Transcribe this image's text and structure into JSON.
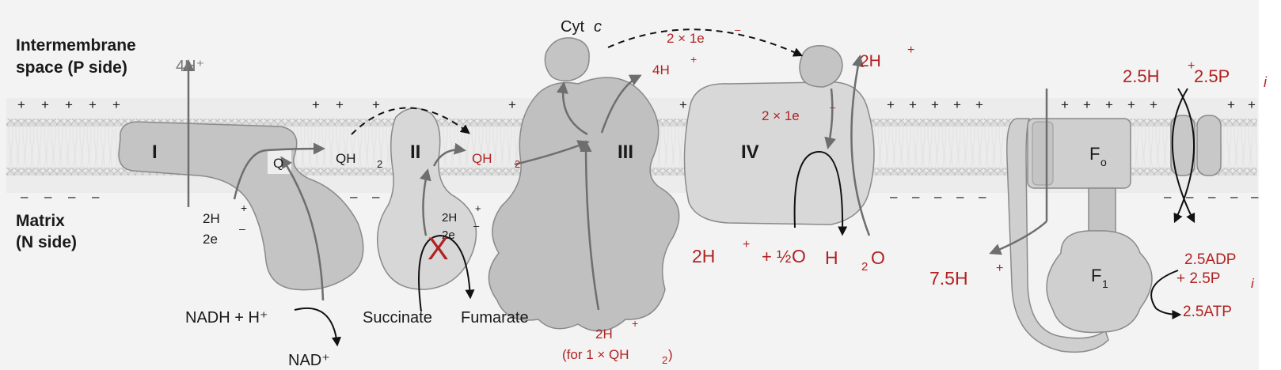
{
  "compartments": {
    "p_side_line1": "Intermembrane",
    "p_side_line2": "space (P side)",
    "n_side_line1": "Matrix",
    "n_side_line2": "(N side)"
  },
  "membrane": {
    "plus_sign": "+",
    "minus_sign": "–"
  },
  "complex_I": {
    "label": "I",
    "proton_out": "4H⁺",
    "proton_in": "2H",
    "proton_in_sup": "+",
    "electrons": "2e",
    "electrons_sup": "–",
    "quinone": "Q",
    "quinol": "QH",
    "quinol_sub": "2",
    "nadh": "NADH + H⁺",
    "nad": "NAD⁺"
  },
  "complex_II": {
    "label": "II",
    "quinol": "QH",
    "quinol_sub": "2",
    "protons": "2H",
    "protons_sup": "+",
    "electrons": "2e",
    "electrons_sup": "–",
    "block_mark": "X",
    "succinate": "Succinate",
    "fumarate": "Fumarate"
  },
  "complex_III": {
    "label": "III",
    "cyt_c": "Cyt",
    "cyt_c_italic": "c",
    "electron_transfer": "2 × 1e",
    "electron_transfer_sup": "–",
    "proton_out": "4H",
    "proton_out_sup": "+",
    "proton_in": "2H",
    "proton_in_sup": "+",
    "note": "(for 1 × QH",
    "note_sub": "2",
    "note_end": ")"
  },
  "complex_IV": {
    "label": "IV",
    "electrons": "2 × 1e",
    "electrons_sup": "–",
    "proton_out": "2H",
    "proton_out_sup": "+",
    "reactant_protons": "2H",
    "reactant_protons_sup": "+",
    "plus_half": "+ ½",
    "oxygen": "O",
    "water_h": "H",
    "water_sub": "2",
    "water_o": "O"
  },
  "atp_synthase": {
    "fo_label": "F",
    "fo_sub": "o",
    "f1_label": "F",
    "f1_sub": "1",
    "protons_in": "7.5H",
    "protons_in_sup": "+",
    "transport_h": "2.5H",
    "transport_h_sup": "+",
    "transport_p": "2.5P",
    "transport_p_sub": "i",
    "adp": "2.5ADP",
    "pi": "+ 2.5P",
    "pi_sub": "i",
    "atp": "2.5ATP"
  },
  "colors": {
    "protein": "#c4c4c4",
    "protein_stroke": "#8a8a8a",
    "arrow": "#6e6e6e",
    "highlight": "#b22222",
    "membrane_head": "#d6d6d6"
  }
}
